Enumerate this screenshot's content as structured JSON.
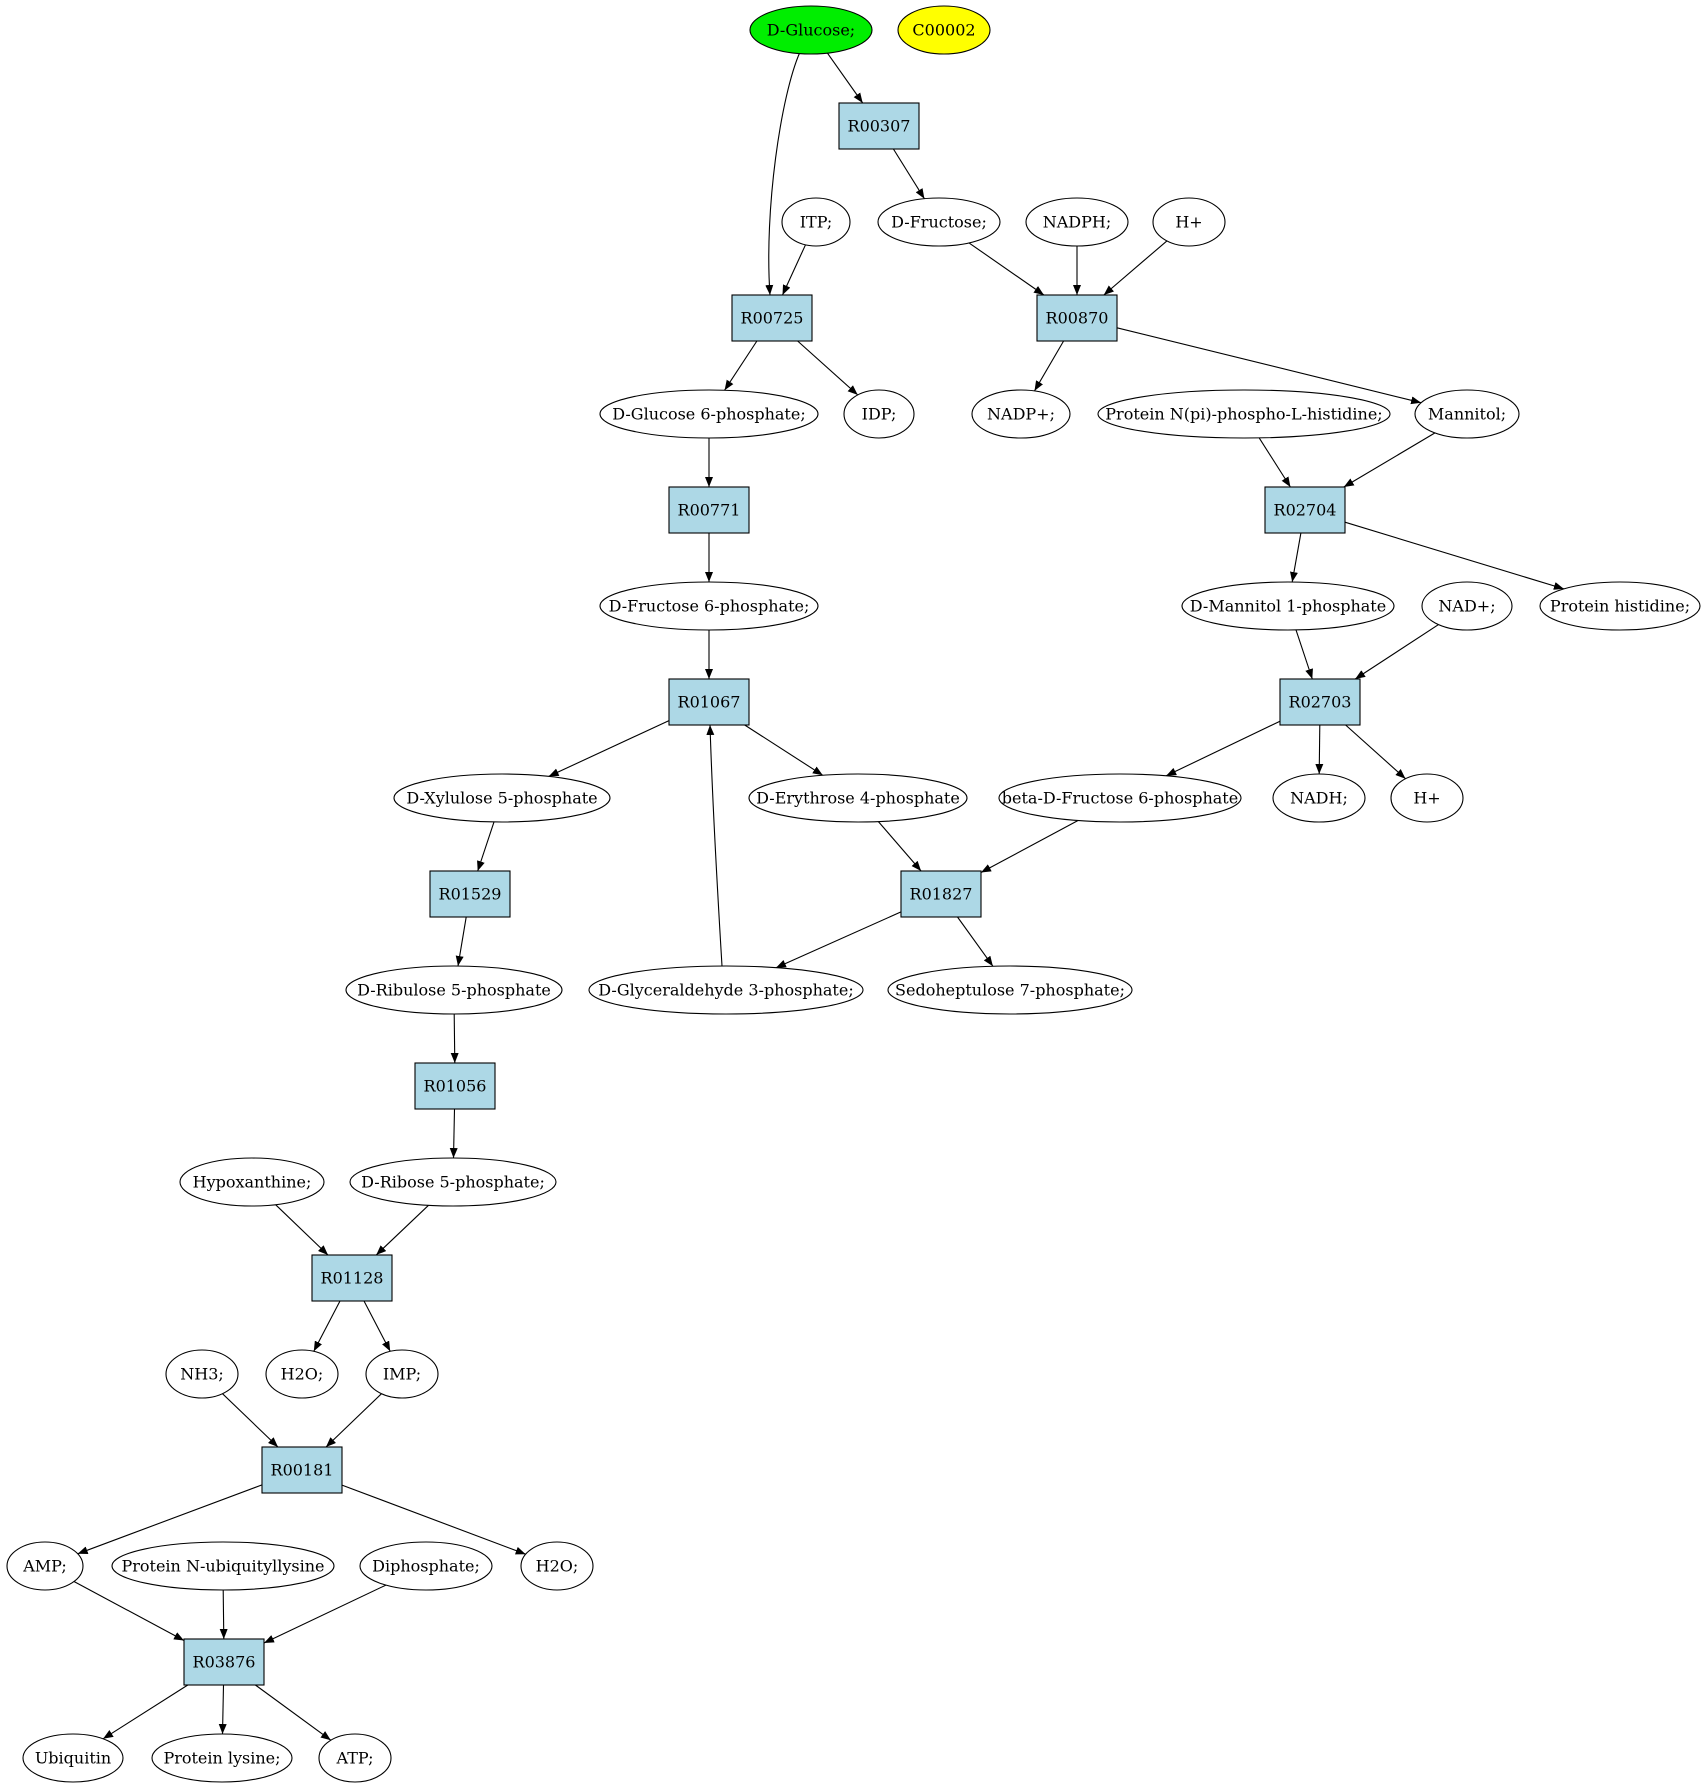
{
  "colors": {
    "compound_fill": "#ffffff",
    "reaction_fill": "#add8e6",
    "source_fill": "#00ee00",
    "highlight_fill": "#ffff00",
    "stroke": "#000000"
  },
  "nodes": {
    "glucose": {
      "label": "D-Glucose;",
      "kind": "compound",
      "fill": "source"
    },
    "c00002": {
      "label": "C00002",
      "kind": "compound",
      "fill": "highlight"
    },
    "r00307": {
      "label": "R00307",
      "kind": "reaction"
    },
    "itp": {
      "label": "ITP;",
      "kind": "compound"
    },
    "fructose": {
      "label": "D-Fructose;",
      "kind": "compound"
    },
    "nadph": {
      "label": "NADPH;",
      "kind": "compound"
    },
    "hplus1": {
      "label": "H+",
      "kind": "compound"
    },
    "r00725": {
      "label": "R00725",
      "kind": "reaction"
    },
    "r00870": {
      "label": "R00870",
      "kind": "reaction"
    },
    "g6p": {
      "label": "D-Glucose 6-phosphate;",
      "kind": "compound"
    },
    "idp": {
      "label": "IDP;",
      "kind": "compound"
    },
    "nadp": {
      "label": "NADP+;",
      "kind": "compound"
    },
    "phospho_his": {
      "label": "Protein N(pi)-phospho-L-histidine;",
      "kind": "compound"
    },
    "mannitol": {
      "label": "Mannitol;",
      "kind": "compound"
    },
    "r00771": {
      "label": "R00771",
      "kind": "reaction"
    },
    "r02704": {
      "label": "R02704",
      "kind": "reaction"
    },
    "f6p": {
      "label": "D-Fructose 6-phosphate;",
      "kind": "compound"
    },
    "mannitol1p": {
      "label": "D-Mannitol 1-phosphate",
      "kind": "compound"
    },
    "nad": {
      "label": "NAD+;",
      "kind": "compound"
    },
    "protein_his": {
      "label": "Protein histidine;",
      "kind": "compound"
    },
    "r01067": {
      "label": "R01067",
      "kind": "reaction"
    },
    "r02703": {
      "label": "R02703",
      "kind": "reaction"
    },
    "xu5p": {
      "label": "D-Xylulose 5-phosphate",
      "kind": "compound"
    },
    "e4p": {
      "label": "D-Erythrose 4-phosphate",
      "kind": "compound"
    },
    "bf6p": {
      "label": "beta-D-Fructose 6-phosphate",
      "kind": "compound"
    },
    "nadh": {
      "label": "NADH;",
      "kind": "compound"
    },
    "hplus2": {
      "label": "H+",
      "kind": "compound"
    },
    "r01529": {
      "label": "R01529",
      "kind": "reaction"
    },
    "r01827": {
      "label": "R01827",
      "kind": "reaction"
    },
    "ru5p": {
      "label": "D-Ribulose 5-phosphate",
      "kind": "compound"
    },
    "g3p": {
      "label": "D-Glyceraldehyde 3-phosphate;",
      "kind": "compound"
    },
    "s7p": {
      "label": "Sedoheptulose 7-phosphate;",
      "kind": "compound"
    },
    "r01056": {
      "label": "R01056",
      "kind": "reaction"
    },
    "hypoxanthine": {
      "label": "Hypoxanthine;",
      "kind": "compound"
    },
    "r5p": {
      "label": "D-Ribose 5-phosphate;",
      "kind": "compound"
    },
    "r01128": {
      "label": "R01128",
      "kind": "reaction"
    },
    "nh3": {
      "label": "NH3;",
      "kind": "compound"
    },
    "h2o1": {
      "label": "H2O;",
      "kind": "compound"
    },
    "imp": {
      "label": "IMP;",
      "kind": "compound"
    },
    "r00181": {
      "label": "R00181",
      "kind": "reaction"
    },
    "amp": {
      "label": "AMP;",
      "kind": "compound"
    },
    "ubiq_lys": {
      "label": "Protein N-ubiquityllysine",
      "kind": "compound"
    },
    "diphosphate": {
      "label": "Diphosphate;",
      "kind": "compound"
    },
    "h2o2": {
      "label": "H2O;",
      "kind": "compound"
    },
    "r03876": {
      "label": "R03876",
      "kind": "reaction"
    },
    "ubiquitin": {
      "label": "Ubiquitin",
      "kind": "compound"
    },
    "protein_lys": {
      "label": "Protein lysine;",
      "kind": "compound"
    },
    "atp": {
      "label": "ATP;",
      "kind": "compound"
    }
  },
  "edges": [
    [
      "glucose",
      "r00307"
    ],
    [
      "glucose",
      "r00725"
    ],
    [
      "itp",
      "r00725"
    ],
    [
      "r00307",
      "fructose"
    ],
    [
      "fructose",
      "r00870"
    ],
    [
      "nadph",
      "r00870"
    ],
    [
      "hplus1",
      "r00870"
    ],
    [
      "r00725",
      "g6p"
    ],
    [
      "r00725",
      "idp"
    ],
    [
      "r00870",
      "nadp"
    ],
    [
      "r00870",
      "mannitol"
    ],
    [
      "g6p",
      "r00771"
    ],
    [
      "r00771",
      "f6p"
    ],
    [
      "f6p",
      "r01067"
    ],
    [
      "phospho_his",
      "r02704"
    ],
    [
      "mannitol",
      "r02704"
    ],
    [
      "r02704",
      "mannitol1p"
    ],
    [
      "r02704",
      "protein_his"
    ],
    [
      "mannitol1p",
      "r02703"
    ],
    [
      "nad",
      "r02703"
    ],
    [
      "r02703",
      "bf6p"
    ],
    [
      "r02703",
      "nadh"
    ],
    [
      "r02703",
      "hplus2"
    ],
    [
      "r01067",
      "xu5p"
    ],
    [
      "r01067",
      "e4p"
    ],
    [
      "g3p",
      "r01067"
    ],
    [
      "e4p",
      "r01827"
    ],
    [
      "bf6p",
      "r01827"
    ],
    [
      "r01827",
      "g3p"
    ],
    [
      "r01827",
      "s7p"
    ],
    [
      "xu5p",
      "r01529"
    ],
    [
      "r01529",
      "ru5p"
    ],
    [
      "ru5p",
      "r01056"
    ],
    [
      "r01056",
      "r5p"
    ],
    [
      "hypoxanthine",
      "r01128"
    ],
    [
      "r5p",
      "r01128"
    ],
    [
      "r01128",
      "h2o1"
    ],
    [
      "r01128",
      "imp"
    ],
    [
      "nh3",
      "r00181"
    ],
    [
      "imp",
      "r00181"
    ],
    [
      "r00181",
      "amp"
    ],
    [
      "r00181",
      "h2o2"
    ],
    [
      "amp",
      "r03876"
    ],
    [
      "ubiq_lys",
      "r03876"
    ],
    [
      "diphosphate",
      "r03876"
    ],
    [
      "r03876",
      "ubiquitin"
    ],
    [
      "r03876",
      "protein_lys"
    ],
    [
      "r03876",
      "atp"
    ]
  ]
}
